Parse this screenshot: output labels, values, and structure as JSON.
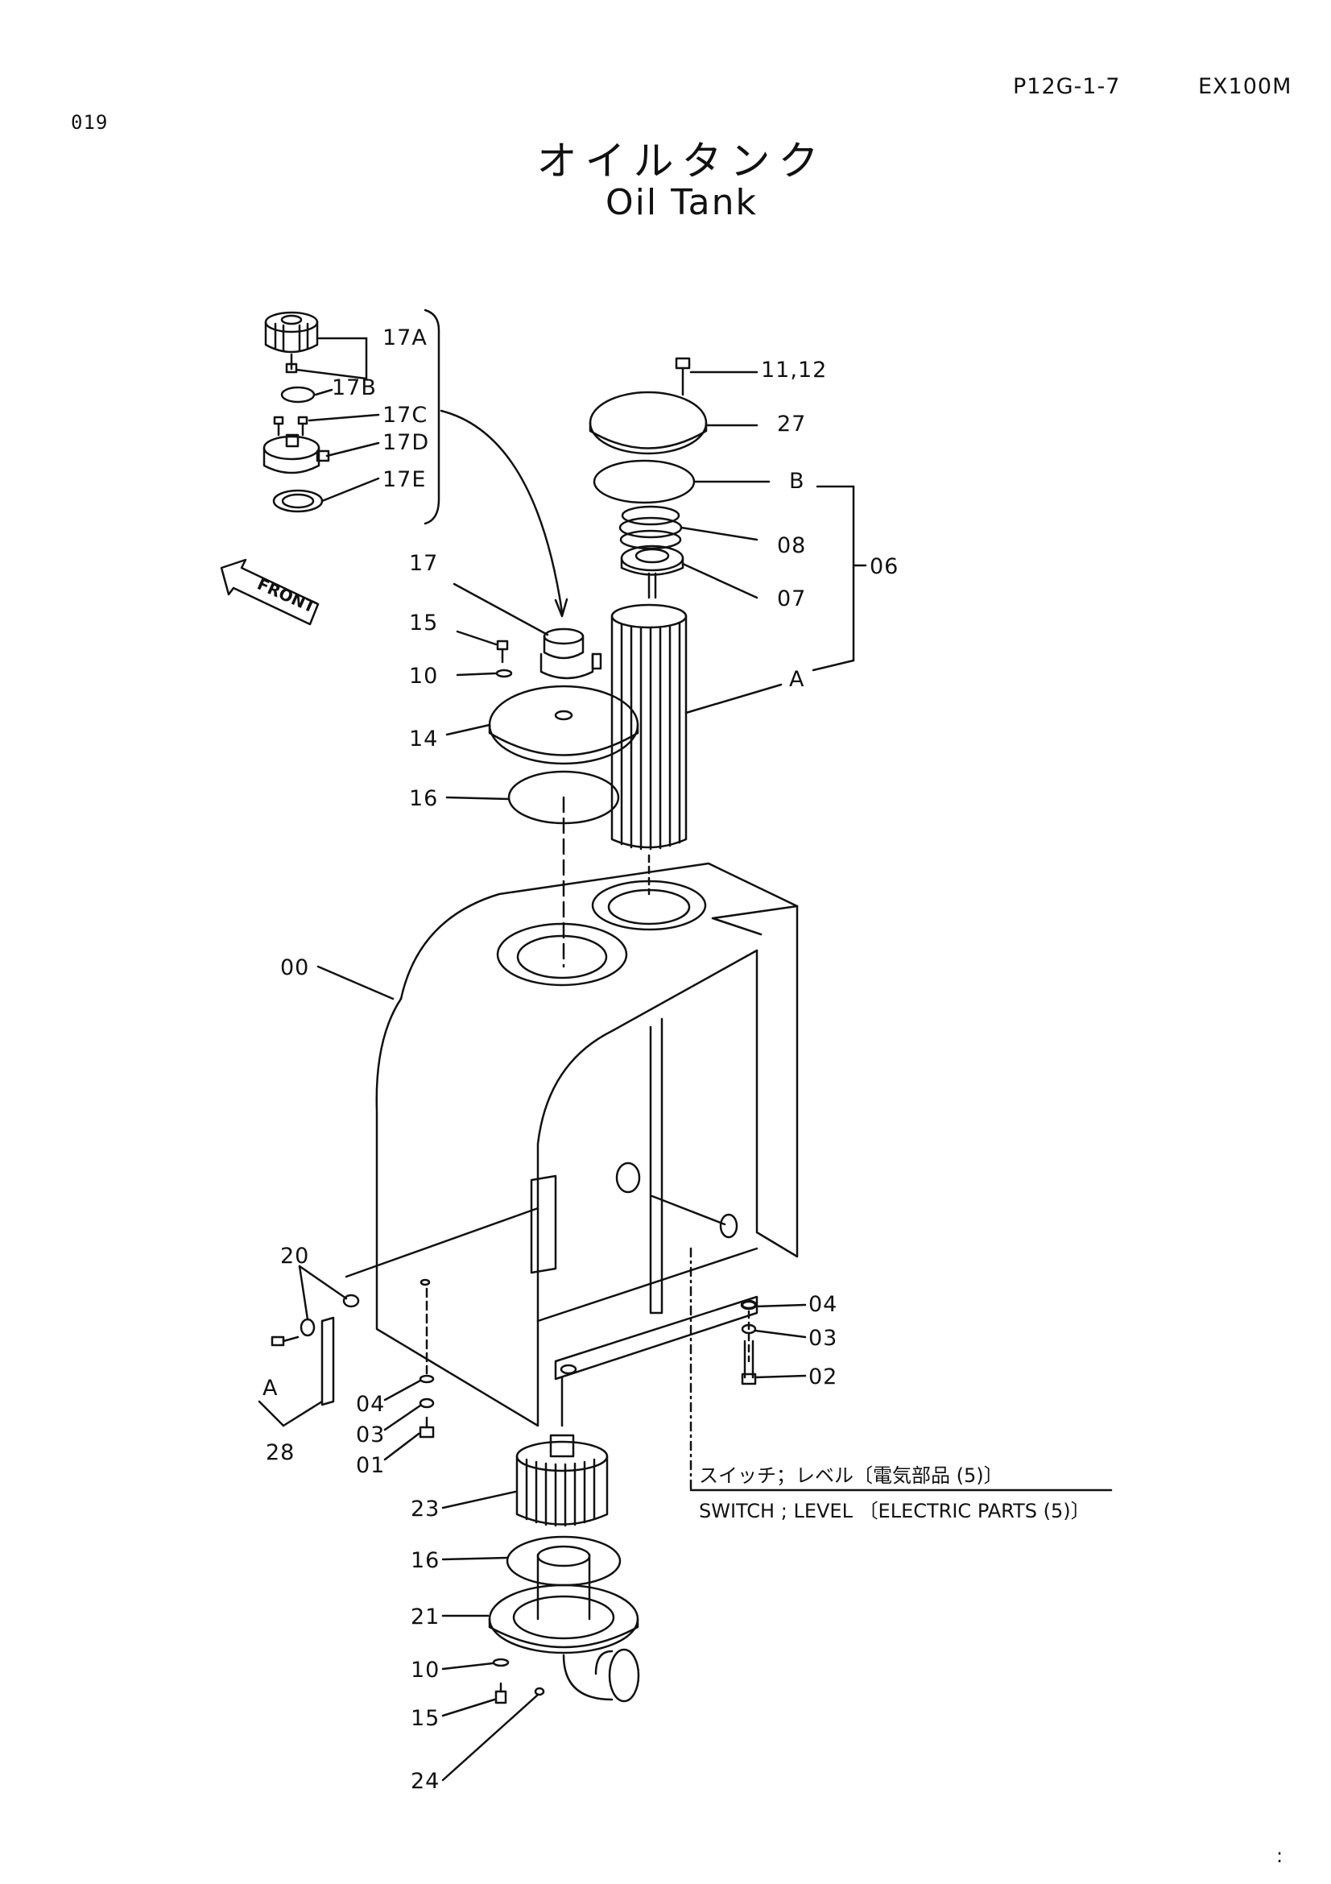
{
  "header": {
    "page_number": "019",
    "page_code": "P12G-1-7",
    "model": "EX100M"
  },
  "title": {
    "japanese": "オイルタンク",
    "english": "Oil Tank"
  },
  "labels": {
    "l17A": "17A",
    "l17B": "17B",
    "l17C": "17C",
    "l17D": "17D",
    "l17E": "17E",
    "l11_12": "11,12",
    "l27": "27",
    "lB": "B",
    "l08": "08",
    "l06": "06",
    "l07": "07",
    "l17": "17",
    "l15a": "15",
    "l10a": "10",
    "l14": "14",
    "lA1": "A",
    "l16a": "16",
    "l00": "00",
    "l20": "20",
    "lA2": "A",
    "l28": "28",
    "l04a": "04",
    "l03a": "03",
    "l02": "02",
    "l04b": "04",
    "l03b": "03",
    "l01": "01",
    "l23": "23",
    "l16b": "16",
    "l21": "21",
    "l10b": "10",
    "l15b": "15",
    "l24": "24"
  },
  "front_arrow": "FRONT",
  "switch_note": {
    "japanese": "スイッチ；レベル〔電気部品 (5)〕",
    "english": "SWITCH ; LEVEL 〔ELECTRIC PARTS (5)〕"
  },
  "corner_mark": ":"
}
